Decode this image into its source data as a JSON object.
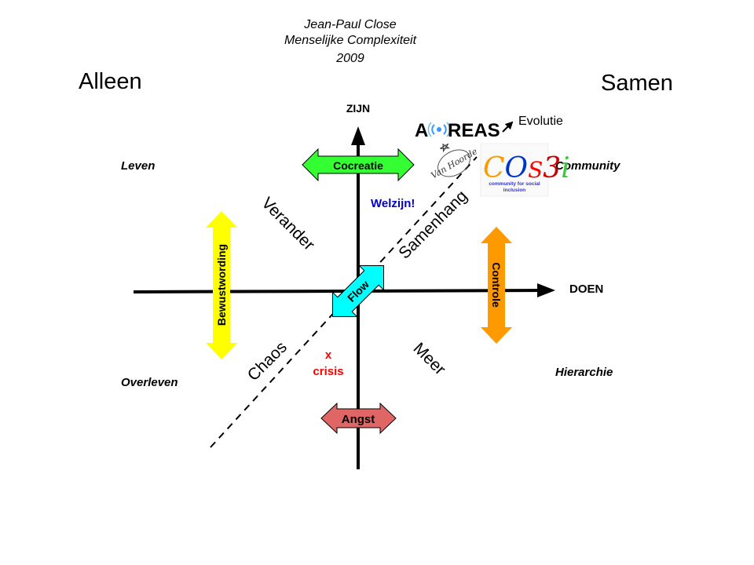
{
  "header": {
    "author": "Jean-Paul Close",
    "subtitle": "Menselijke Complexiteit",
    "year": "2009"
  },
  "corners": {
    "left": "Alleen",
    "right": "Samen"
  },
  "axes": {
    "vertical_label": "ZIJN",
    "horizontal_label": "DOEN"
  },
  "quadrants": {
    "top_left": "Leven",
    "top_right": "Community",
    "bottom_left": "Overleven",
    "bottom_right": "Hierarchie"
  },
  "diagonal_labels": {
    "verander": "Verander",
    "samenhang": "Samenhang",
    "chaos": "Chaos",
    "meer": "Meer"
  },
  "arrows": {
    "cocreatie": {
      "label": "Cocreatie",
      "color": "#33ff33"
    },
    "bewustwording": {
      "label": "Bewustwording",
      "color": "#ffff00"
    },
    "controle": {
      "label": "Controle",
      "color": "#ff9900"
    },
    "angst": {
      "label": "Angst",
      "color": "#e06666"
    },
    "flow": {
      "label": "Flow",
      "color": "#00ffff"
    }
  },
  "annotations": {
    "welzijn": "Welzijn!",
    "welzijn_color": "#0000cc",
    "crisis_mark": "x",
    "crisis": "crisis",
    "crisis_color": "#ff0000",
    "evolutie": "Evolutie"
  },
  "logos": {
    "areas": {
      "prefix": "A",
      "suffix": "REAS"
    },
    "van_hoorde": "Van Hoorde",
    "cosi": {
      "letters": [
        "C",
        "O",
        "S",
        "3",
        "i"
      ],
      "colors": [
        "#ff9900",
        "#0033cc",
        "#ff0000",
        "#cc0000",
        "#33cc33"
      ],
      "tagline_1": "community for social",
      "tagline_2": "inclusion",
      "tagline_color": "#3333cc"
    }
  }
}
